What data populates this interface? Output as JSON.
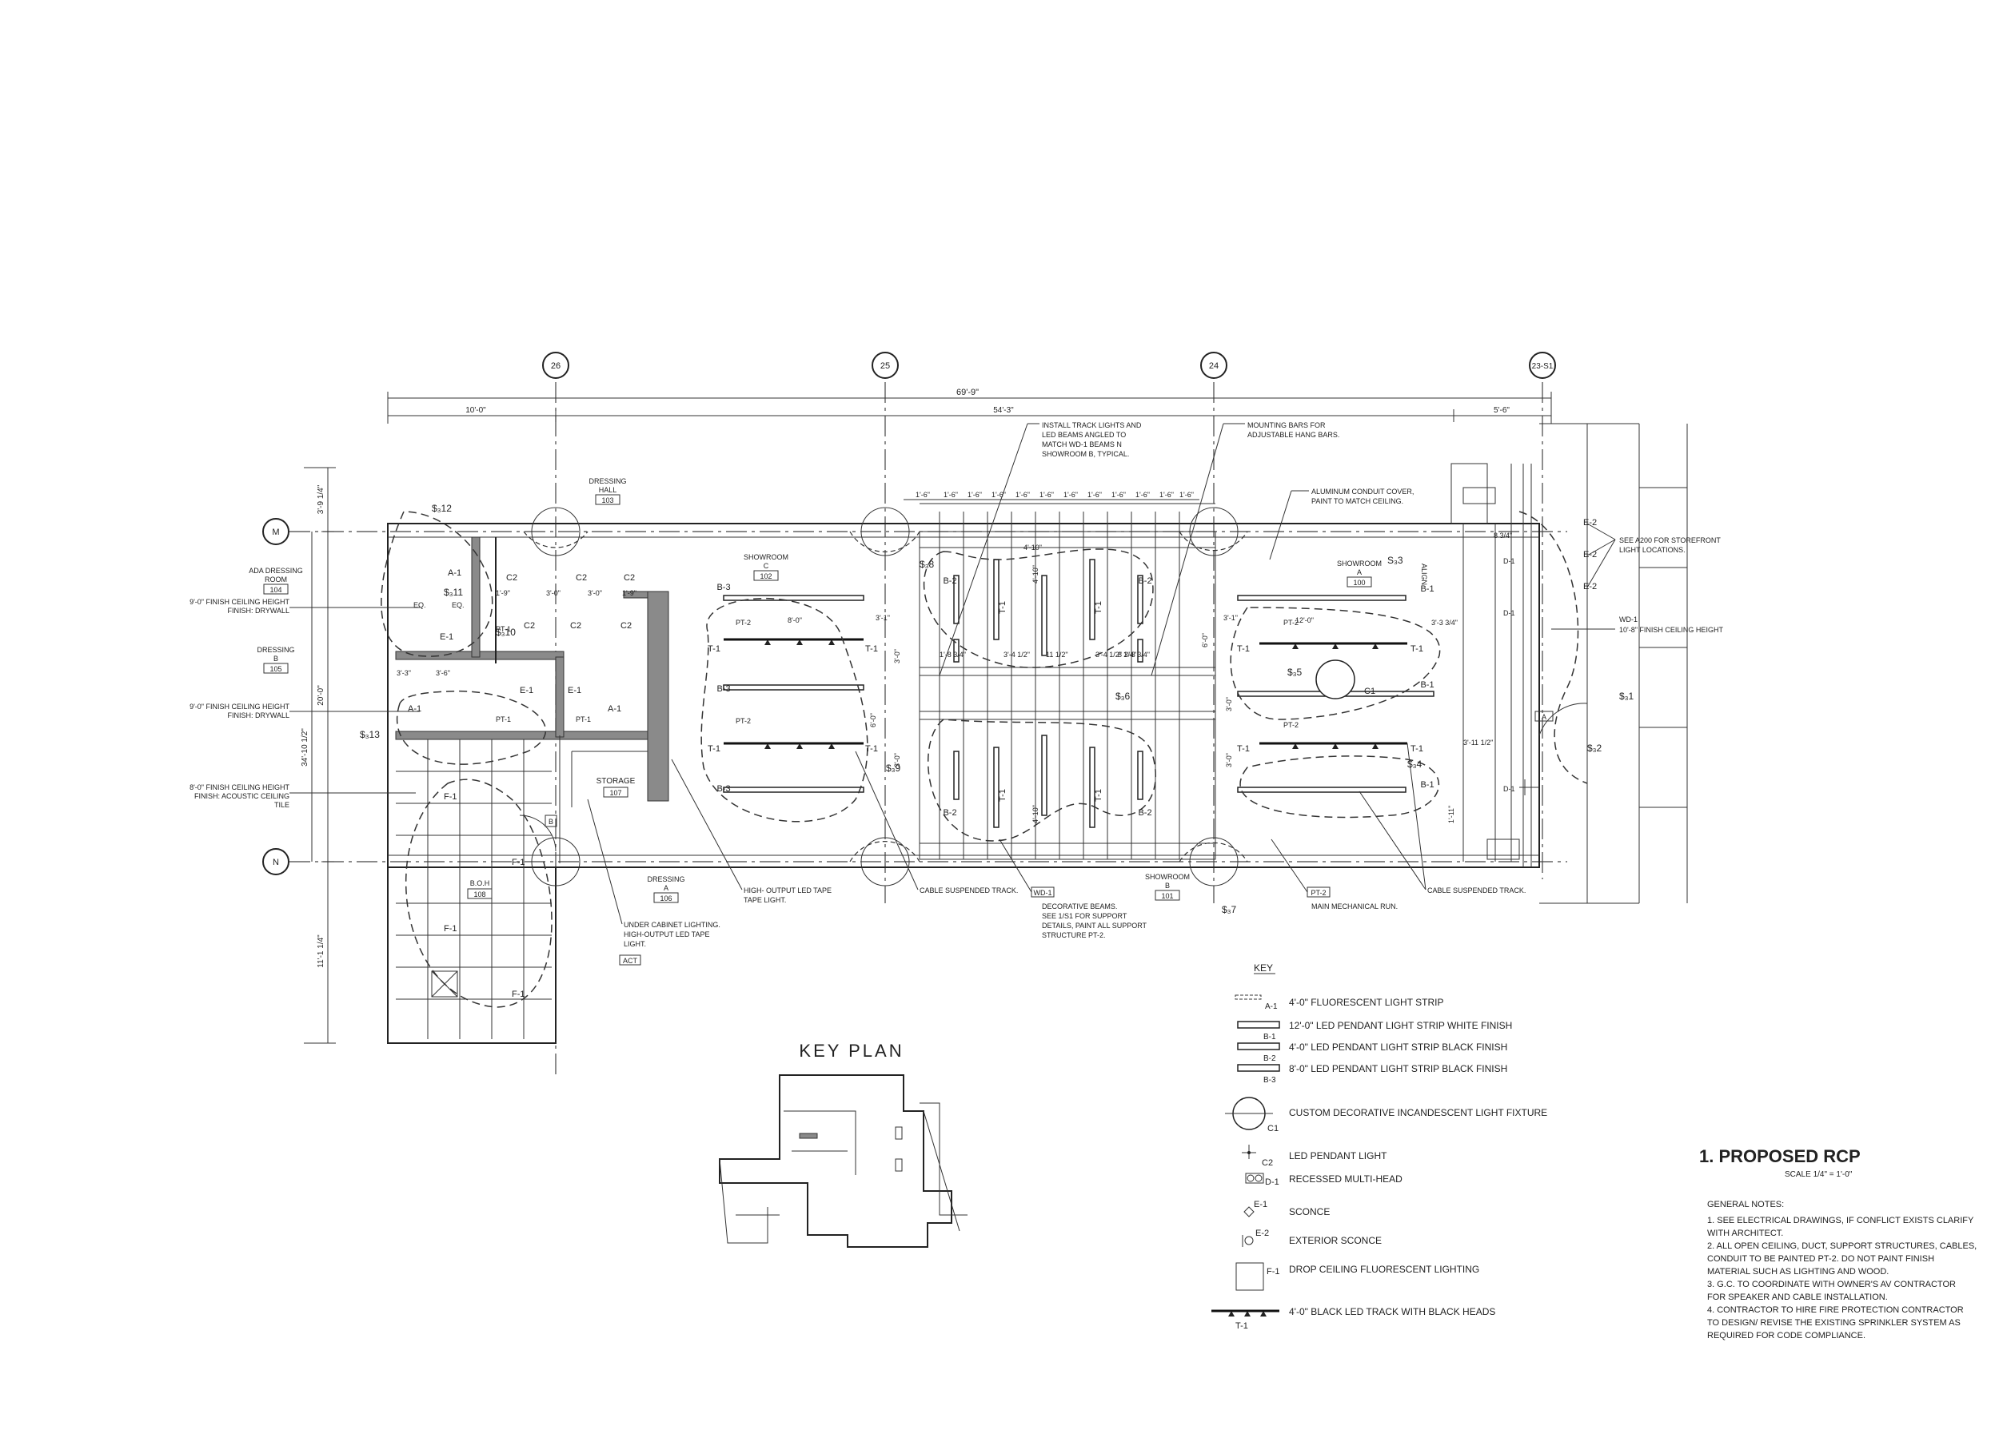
{
  "grid_bubbles": {
    "top": [
      "26",
      "25",
      "24",
      "23-S1"
    ],
    "left": [
      "M",
      "N"
    ]
  },
  "dimensions": {
    "overall": "69'-9\"",
    "left_bay": "10'-0\"",
    "mid_bay": "54'-3\"",
    "right_bay": "5'-6\"",
    "vert_top": "3'-9 1/4\"",
    "vert_mid": "20'-0\"",
    "vert_total": "34'-10 1/2\"",
    "vert_bottom": "11'-1 1/4\"",
    "beam_spacing": "1'-6\"",
    "small": {
      "d1": "8'-0\"",
      "d2": "12'-0\"",
      "d3": "3'-1\"",
      "d4": "3'-1\"",
      "d5": "6'-0\"",
      "d6": "6'-0\"",
      "d7": "3'-0\"",
      "d8": "3'-0\"",
      "d9": "1'-8 3/4\"",
      "d10": "3'-4 1/2\"",
      "d11": "11 1/2\"",
      "d12": "4'-10\"",
      "d13": "3'-4 1/2\"",
      "d14": "1'-8 3/4\"",
      "d15": "3'-3 3/4\"",
      "d16": "8 3/4\"",
      "d17": "3'-11 1/2\"",
      "d18": "1'-11\"",
      "d19": "1'-9\"",
      "d20": "3'-0\"",
      "d21": "3'-0\"",
      "d22": "1'-9\"",
      "d23": "3'-6\"",
      "d24": "1'-6\"",
      "d25": "1'-6\"",
      "d26": "4'-10\"",
      "d27": "4'-10\"",
      "d28": "8 3/4\"",
      "d29": "3'-3\"",
      "d30": "3'-0\"",
      "d31": "1'-6\"",
      "d32": "1'-6\"",
      "eq": "EQ."
    }
  },
  "rooms": {
    "ada": {
      "name": "ADA DRESSING ROOM",
      "num": "104"
    },
    "dressing_hall": {
      "name": "DRESSING HALL",
      "num": "103"
    },
    "dressing_b": {
      "name": "DRESSING B",
      "num": "105"
    },
    "storage": {
      "name": "STORAGE",
      "num": "107"
    },
    "boh": {
      "name": "B.O.H",
      "num": "108"
    },
    "dressing_a": {
      "name": "DRESSING A",
      "num": "106"
    },
    "showroom_c": {
      "name": "SHOWROOM C",
      "num": "102"
    },
    "showroom_a": {
      "name": "SHOWROOM A",
      "num": "100"
    },
    "showroom_b": {
      "name": "SHOWROOM B",
      "num": "101"
    }
  },
  "ceiling_notes": {
    "n1a": "9'-0\" FINISH CEILING HEIGHT",
    "n1b": "FINISH: DRYWALL",
    "n2a": "9'-0\" FINISH CEILING HEIGHT",
    "n2b": "FINISH: DRYWALL",
    "n3a": "8'-0\" FINISH CEILING HEIGHT",
    "n3b": "FINISH: ACOUSTIC CEILING",
    "n3c": "TILE",
    "n4": "10'-8\" FINISH CEILING HEIGHT"
  },
  "callouts": {
    "c1a": "INSTALL TRACK LIGHTS AND",
    "c1b": "LED BEAMS ANGLED TO",
    "c1c": "MATCH WD-1 BEAMS N",
    "c1d": "SHOWROOM B, TYPICAL.",
    "c2a": "MOUNTING BARS  FOR",
    "c2b": "ADJUSTABLE HANG BARS.",
    "c3a": "ALUMINUM CONDUIT COVER,",
    "c3b": "PAINT TO MATCH CEILING.",
    "c4a": "SEE A200 FOR STOREFRONT",
    "c4b": "LIGHT LOCATIONS.",
    "c5a": "UNDER CABINET LIGHTING.",
    "c5b": "HIGH-OUTPUT LED TAPE",
    "c5c": "LIGHT.",
    "c6a": "HIGH- OUTPUT LED TAPE",
    "c6b": "TAPE LIGHT.",
    "c7": "CABLE SUSPENDED TRACK.",
    "c8a": "DECORATIVE BEAMS.",
    "c8b": "SEE 1/S1 FOR SUPPORT",
    "c8c": "DETAILS, PAINT ALL SUPPORT",
    "c8d": "STRUCTURE PT-2.",
    "c9": "MAIN MECHANICAL RUN.",
    "c10": "CABLE SUSPENDED TRACK.",
    "align": "ALIGN"
  },
  "tags": {
    "a1": "A-1",
    "b1": "B-1",
    "b2": "B-2",
    "b3": "B-3",
    "t1": "T-1",
    "c1": "C1",
    "c2": "C2",
    "e1": "E-1",
    "e2": "E-2",
    "f1": "F-1",
    "d1": "D-1",
    "pt1": "PT-1",
    "pt2": "PT-2",
    "wd1": "WD-1",
    "act": "ACT",
    "b": "B",
    "a": "A",
    "s": "S",
    "sw": {
      "s12": "$₃12",
      "s11": "$₃11",
      "s10": "$₃10",
      "s13": "$₃13",
      "s3": "S₃3",
      "s8": "$₃8",
      "s9": "$₃9",
      "s6": "$₃6",
      "s5": "$₃5",
      "s4": "$₃4",
      "s7": "$₃7",
      "s1": "$₃1",
      "s2": "$₃2"
    }
  },
  "key": {
    "title": "KEY",
    "a1": {
      "tag": "A-1",
      "desc": "4'-0\" FLUORESCENT LIGHT STRIP"
    },
    "b1": {
      "tag": "B-1",
      "desc": "12'-0\" LED PENDANT LIGHT STRIP WHITE FINISH"
    },
    "b2": {
      "tag": "B-2",
      "desc": "4'-0\" LED PENDANT LIGHT STRIP BLACK FINISH"
    },
    "b3": {
      "tag": "B-3",
      "desc": "8'-0\" LED PENDANT LIGHT STRIP BLACK FINISH"
    },
    "c1": {
      "tag": "C1",
      "desc": "CUSTOM DECORATIVE INCANDESCENT LIGHT FIXTURE"
    },
    "c2": {
      "tag": "C2",
      "desc": "LED PENDANT LIGHT"
    },
    "d1": {
      "tag": "D-1",
      "desc": "RECESSED MULTI-HEAD"
    },
    "e1": {
      "tag": "E-1",
      "desc": "SCONCE"
    },
    "e2": {
      "tag": "E-2",
      "desc": "EXTERIOR SCONCE"
    },
    "f1": {
      "tag": "F-1",
      "desc": "DROP CEILING FLUORESCENT LIGHTING"
    },
    "t1": {
      "tag": "T-1",
      "desc": "4'-0\" BLACK LED TRACK WITH BLACK HEADS"
    }
  },
  "key_plan": "KEY PLAN",
  "title_block": {
    "title": "1.  PROPOSED RCP",
    "scale": "SCALE 1/4\" = 1'-0\""
  },
  "general_notes": {
    "heading": "GENERAL NOTES:",
    "lines": [
      "1. SEE ELECTRICAL DRAWINGS, IF CONFLICT EXISTS CLARIFY",
      "WITH ARCHITECT.",
      "2. ALL OPEN CEILING, DUCT, SUPPORT STRUCTURES, CABLES,",
      "CONDUIT TO BE PAINTED PT-2. DO NOT PAINT FINISH",
      "MATERIAL SUCH AS LIGHTING AND  WOOD.",
      "3. G.C. TO COORDINATE WITH OWNER'S AV CONTRACTOR",
      "FOR SPEAKER AND CABLE INSTALLATION.",
      "4. CONTRACTOR TO HIRE FIRE PROTECTION CONTRACTOR",
      "TO DESIGN/ REVISE THE EXISTING SPRINKLER SYSTEM AS",
      "REQUIRED FOR CODE COMPLIANCE."
    ]
  }
}
